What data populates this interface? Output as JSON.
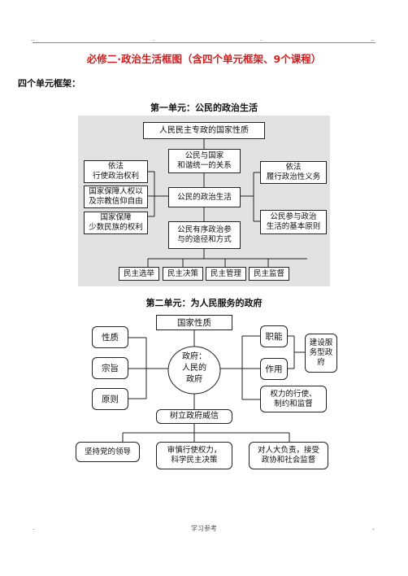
{
  "header": {
    "dots": [
      "..",
      ".",
      ".",
      ".."
    ]
  },
  "title": "必修二·政治生活框图（含四个单元框架、9个课程）",
  "subtitle": "四个单元框架：",
  "unit1": {
    "heading": "第一单元：公民的政治生活",
    "top": "人民民主专政的国家性质",
    "center1": "公民与国家\n和谐统一的关系",
    "center2": "公民的政治生活",
    "center3": "公民有序政治参\n与的途径和方式",
    "left1": "依法\n行使政治权利",
    "left2": "国家保障人权以\n及宗教信仰自由",
    "left3": "国家保障\n少数民族的权利",
    "right1": "依法\n履行政治性义务",
    "right2": "公民参与政治\n生活的基本原则",
    "bottom": [
      "民主选举",
      "民主决策",
      "民主管理",
      "民主监督"
    ]
  },
  "unit2": {
    "heading": "第二单元：为人民服务的政府",
    "top": "国家性质",
    "center": "政府：\n人民的\n政府",
    "left": [
      "性质",
      "宗旨",
      "原则"
    ],
    "right_function": "职能",
    "right_effect": "作用",
    "right_side": "建设服\n务型政\n府",
    "right_power": "权力的行使、\n制约和监督",
    "trust": "树立政府威信",
    "bottom": [
      "坚持党的领导",
      "审慎行使权力，\n科学民主决策",
      "对人大负责，接受\n政协和社会监督"
    ]
  },
  "footer": {
    "left": ".",
    "center": "学习参考",
    "right": "."
  }
}
